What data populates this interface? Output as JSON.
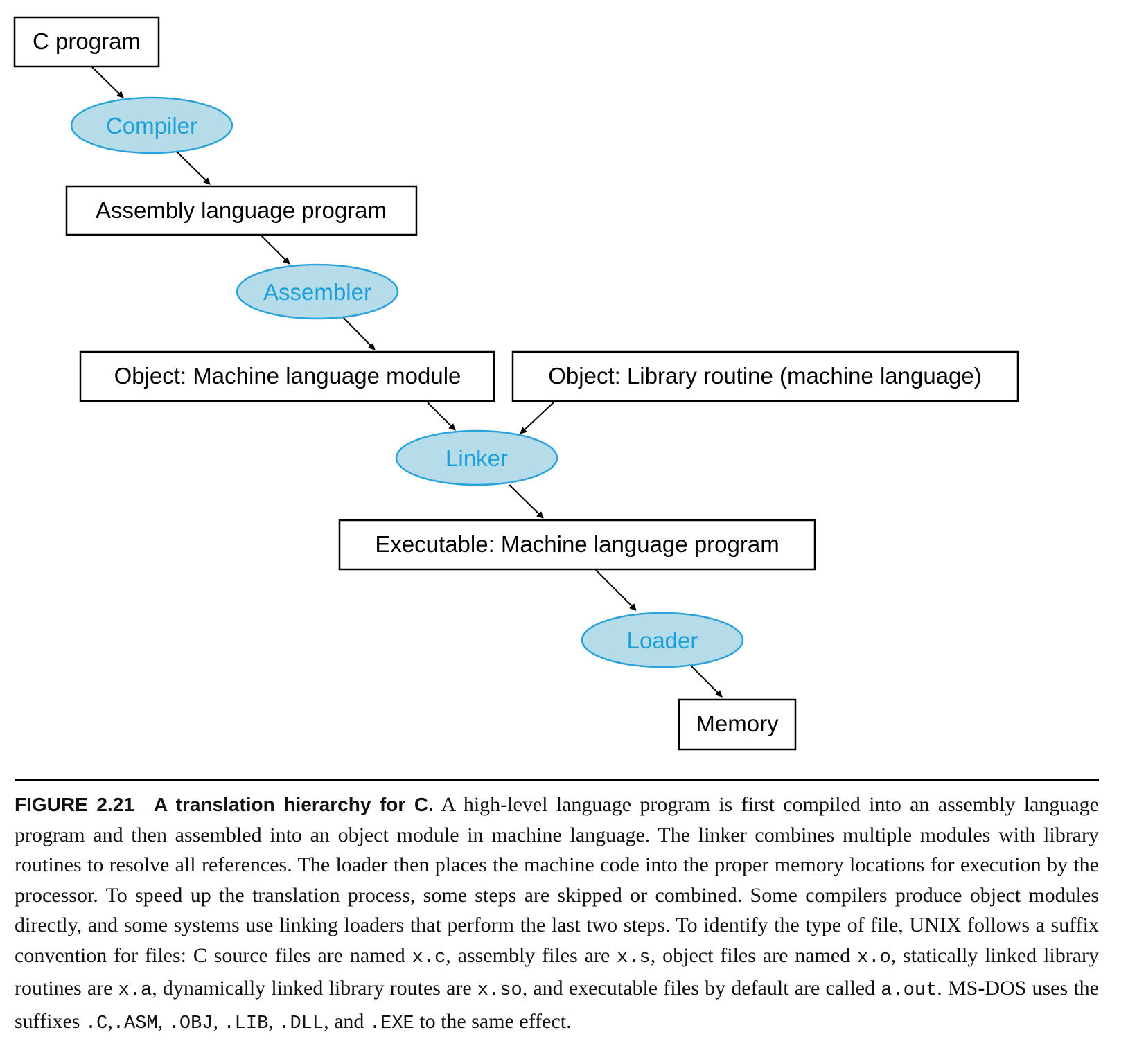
{
  "diagram": {
    "nodes": {
      "c_program": "C program",
      "compiler": "Compiler",
      "assembly": "Assembly language program",
      "assembler": "Assembler",
      "object_module": "Object: Machine language module",
      "object_library": "Object: Library routine (machine language)",
      "linker": "Linker",
      "executable": "Executable: Machine language program",
      "loader": "Loader",
      "memory": "Memory"
    },
    "colors": {
      "process_fill": "#b6dcea",
      "process_stroke": "#2aa3dc",
      "process_text": "#1a9fd9",
      "box_stroke": "#000000"
    }
  },
  "caption": {
    "number": "FIGURE 2.21",
    "title": "A translation hierarchy for C.",
    "t1": " A high-level language program is first compiled into an assembly language program and then assembled into an object module in machine language. The linker combines multiple modules with library routines to resolve all references. The loader then places the machine code into the proper memory locations for execution by the processor. To speed up the translation process, some steps are skipped or combined. Some compilers produce object modules directly, and some systems use linking loaders that perform the last two steps. To identify the type of file, UNIX follows a suffix convention for files: C source files are named ",
    "c1": "x.c",
    "t2": ", assembly files are ",
    "c2": "x.s",
    "t3": ", object files are named ",
    "c3": "x.o",
    "t4": ", statically linked library routines are ",
    "c4": "x.a",
    "t5": ", dynamically linked library routes are ",
    "c5": "x.so",
    "t6": ", and executable files by default are called ",
    "c6": "a.out",
    "t7": ". MS-DOS uses the suffixes ",
    "c7": ".C",
    "t8": ",",
    "c8": ".ASM",
    "t9": ", ",
    "c9": ".OBJ",
    "t10": ", ",
    "c10": ".LIB",
    "t11": ", ",
    "c11": ".DLL",
    "t12": ", and ",
    "c12": ".EXE",
    "t13": " to the same effect."
  }
}
